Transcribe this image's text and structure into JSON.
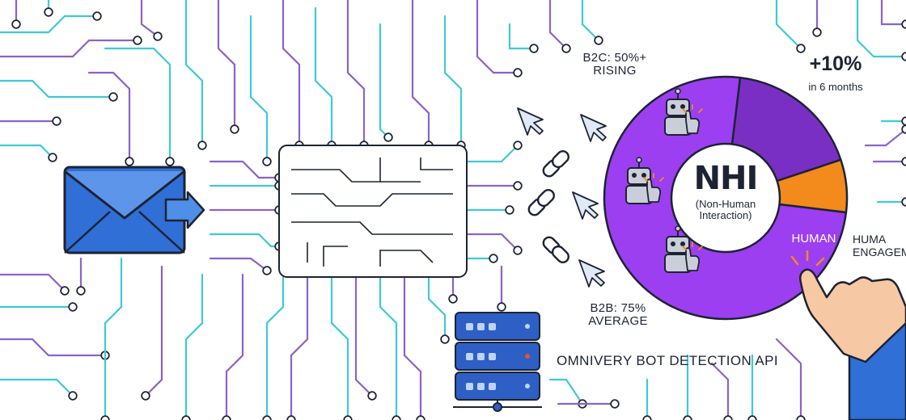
{
  "labels": {
    "b2c_line1": "B2C: 50%+",
    "b2c_line2": "RISING",
    "b2b_line1": "B2B: 75%",
    "b2b_line2": "AVERAGE",
    "increase": "+10%",
    "increase_period": "in 6 months",
    "nhi": "NHI",
    "nhi_full_line1": "(Non-Human",
    "nhi_full_line2": "Interaction)",
    "human": "HUMAN",
    "human_engagement_line1": "HUMA",
    "human_engagement_line2": "ENGAGEM",
    "api": "OMNIVERY BOT DETECTION API"
  },
  "colors": {
    "circuit_teal": "#3fc9d6",
    "circuit_purple": "#8a63c9",
    "envelope_blue": "#2f6fd6",
    "server_blue": "#2d5fc4",
    "nhi_purple": "#9b3ff0",
    "nhi_dark_purple": "#7a2fc4",
    "human_orange": "#f28a1c",
    "outline_dark": "#1c2333"
  },
  "icons": [
    "mail-icon",
    "arrow-right-icon",
    "chip-icon",
    "cursor-icon",
    "link-icon",
    "robot-icon",
    "server-icon",
    "hand-pointer-icon"
  ],
  "chart_data": {
    "type": "pie",
    "slices": [
      {
        "label": "NHI (Non-Human Interaction)",
        "share": 0.75,
        "color": "#9b3ff0"
      },
      {
        "label": "",
        "share": 0.18,
        "color": "#7a2fc4"
      },
      {
        "label": "HUMAN",
        "share": 0.07,
        "color": "#f28a1c"
      }
    ]
  }
}
